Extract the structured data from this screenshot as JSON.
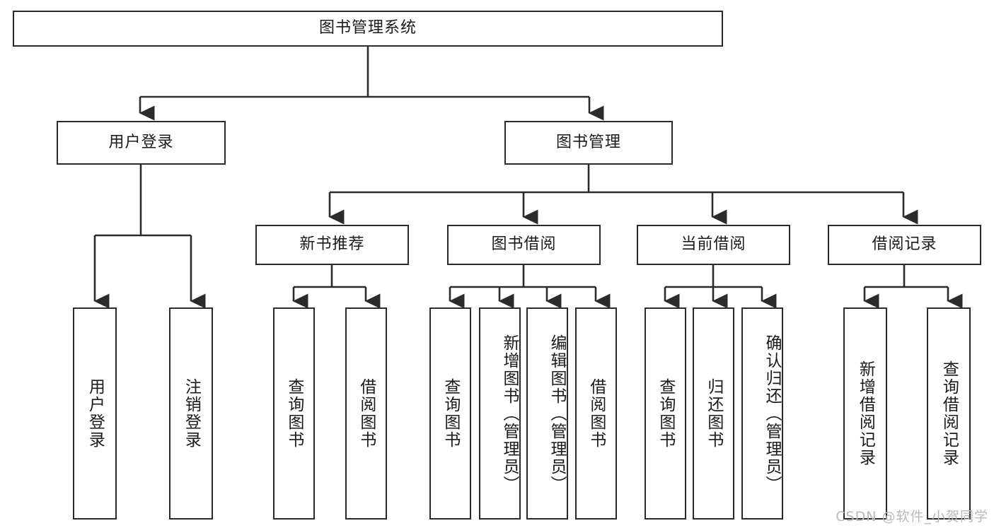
{
  "diagram": {
    "type": "tree-hierarchy",
    "root": {
      "id": "root",
      "label": "图书管理系统"
    },
    "level2": [
      {
        "id": "user-login",
        "label": "用户登录"
      },
      {
        "id": "book-manage",
        "label": "图书管理"
      }
    ],
    "level3": [
      {
        "id": "new-book-recommend",
        "label": "新书推荐",
        "parent": "book-manage"
      },
      {
        "id": "book-borrow",
        "label": "图书借阅",
        "parent": "book-manage"
      },
      {
        "id": "current-borrow",
        "label": "当前借阅",
        "parent": "book-manage"
      },
      {
        "id": "borrow-record",
        "label": "借阅记录",
        "parent": "book-manage"
      }
    ],
    "leaves": [
      {
        "id": "leaf-user-login",
        "label": "用户登录",
        "parent": "user-login"
      },
      {
        "id": "leaf-user-logout",
        "label": "注销登录",
        "parent": "user-login"
      },
      {
        "id": "leaf-query-book-1",
        "label": "查询图书",
        "parent": "new-book-recommend"
      },
      {
        "id": "leaf-borrow-book-1",
        "label": "借阅图书",
        "parent": "new-book-recommend"
      },
      {
        "id": "leaf-query-book-2",
        "label": "查询图书",
        "parent": "book-borrow"
      },
      {
        "id": "leaf-add-book",
        "label": "新增图书（管理员）",
        "parent": "book-borrow"
      },
      {
        "id": "leaf-edit-book",
        "label": "编辑图书（管理员）",
        "parent": "book-borrow"
      },
      {
        "id": "leaf-borrow-book-2",
        "label": "借阅图书",
        "parent": "book-borrow"
      },
      {
        "id": "leaf-query-book-3",
        "label": "查询图书",
        "parent": "current-borrow"
      },
      {
        "id": "leaf-return-book",
        "label": "归还图书",
        "parent": "current-borrow"
      },
      {
        "id": "leaf-confirm-return",
        "label": "确认归还（管理员）",
        "parent": "current-borrow"
      },
      {
        "id": "leaf-add-record",
        "label": "新增借阅记录",
        "parent": "borrow-record"
      },
      {
        "id": "leaf-query-record",
        "label": "查询借阅记录",
        "parent": "borrow-record"
      }
    ],
    "colors": {
      "stroke": "#2b2b2b",
      "fill": "#ffffff",
      "text": "#1a1a1a",
      "watermark": "#b9b9b9"
    }
  },
  "watermark": {
    "text": "CSDN @软件_小贺同学"
  }
}
